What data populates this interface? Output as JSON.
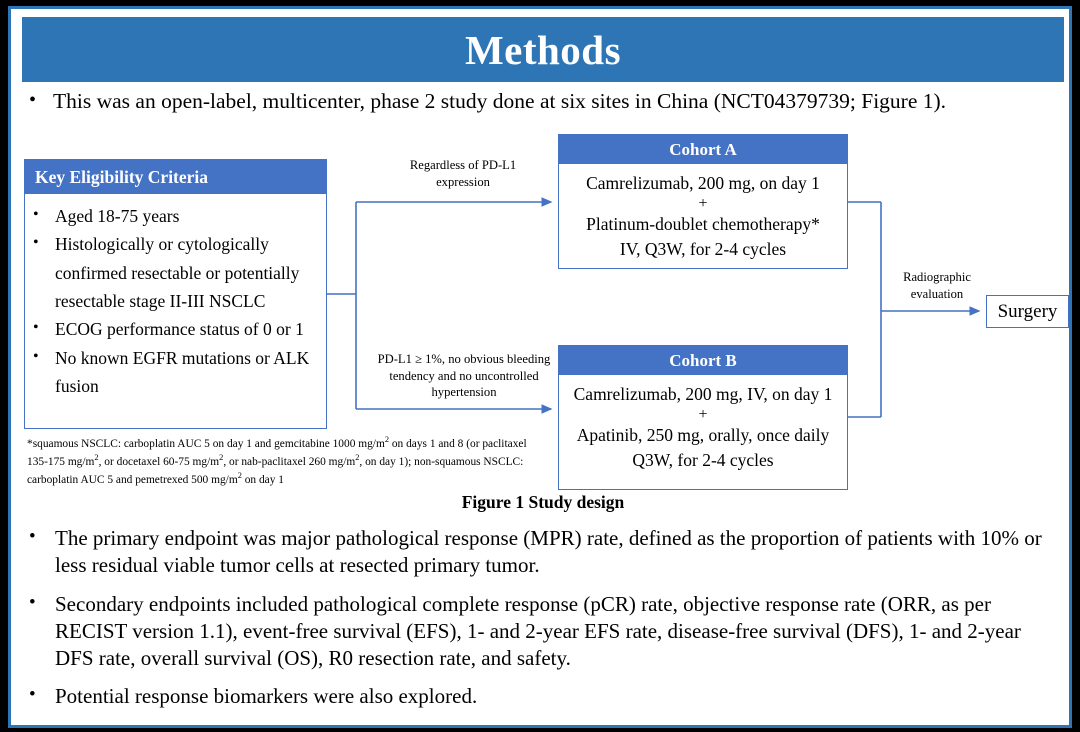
{
  "slide": {
    "title": "Methods",
    "accent_color": "#2E75B6",
    "box_header_color": "#4472C4"
  },
  "intro_bullet": {
    "marker": "•",
    "text": "This was an open-label, multicenter, phase 2 study done at six sites in China (NCT04379739; Figure 1)."
  },
  "figure": {
    "caption": "Figure 1 Study design",
    "eligibility": {
      "header": "Key  Eligibility Criteria",
      "marker": "•",
      "items": [
        "Aged 18-75 years",
        "Histologically or cytologically confirmed resectable or potentially resectable stage II-III  NSCLC",
        "ECOG performance status of 0 or 1",
        "No known EGFR mutations or ALK fusion"
      ]
    },
    "footnote": {
      "prefix": "*squamous NSCLC: carboplatin AUC 5 on day 1 and gemcitabine 1000 mg/m",
      "sup1": "2",
      "mid1": " on days 1 and 8 (or paclitaxel 135-175 mg/m",
      "sup2": "2",
      "mid2": ", or docetaxel 60-75 mg/m",
      "sup3": "2",
      "mid3": ", or nab-paclitaxel 260 mg/m",
      "sup4": "2",
      "mid4": ", on day 1); non-squamous NSCLC: carboplatin AUC 5 and pemetrexed 500 mg/m",
      "sup5": "2",
      "suffix": " on day 1"
    },
    "cohort_a": {
      "header": "Cohort A",
      "line1": "Camrelizumab, 200 mg, on day 1",
      "plus": "+",
      "line2": "Platinum-doublet chemotherapy*",
      "line3": "IV, Q3W, for 2-4 cycles"
    },
    "cohort_b": {
      "header": "Cohort B",
      "line1": "Camrelizumab, 200 mg, IV, on day 1",
      "plus": "+",
      "line2": "Apatinib, 250 mg, orally, once daily",
      "line3": "Q3W, for 2-4 cycles"
    },
    "annotation_cohort_a": "Regardless of PD-L1 expression",
    "annotation_cohort_b": "PD-L1 ≥ 1%, no obvious bleeding tendency and no uncontrolled hypertension",
    "annotation_surgery": "Radiographic evaluation",
    "surgery": "Surgery"
  },
  "endpoints_bullets": {
    "marker": "•",
    "items": [
      "The primary endpoint was major pathological response (MPR) rate, defined as the proportion of patients with 10% or less residual viable tumor cells at resected primary tumor.",
      "Secondary endpoints included pathological complete response (pCR) rate, objective response rate (ORR, as per RECIST version 1.1), event-free survival (EFS), 1- and 2-year EFS rate, disease-free survival (DFS), 1- and 2-year DFS rate, overall survival (OS), R0 resection rate, and safety.",
      "Potential response biomarkers were also explored."
    ]
  }
}
